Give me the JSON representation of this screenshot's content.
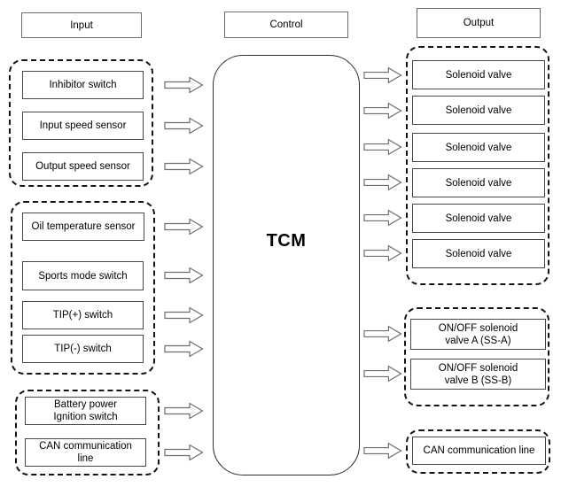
{
  "headers": {
    "input": "Input",
    "control": "Control",
    "output": "Output"
  },
  "tcm": {
    "label": "TCM"
  },
  "inputs": {
    "groups": [
      {
        "name": "speed-sensors",
        "items": [
          {
            "label": "Inhibitor switch"
          },
          {
            "label": "Input speed sensor"
          },
          {
            "label": "Output speed sensor"
          }
        ]
      },
      {
        "name": "mode-and-tip-switches",
        "items": [
          {
            "label": "Oil temperature sensor"
          },
          {
            "label": "Sports mode switch"
          },
          {
            "label": "TIP(+) switch"
          },
          {
            "label": "TIP(-) switch"
          }
        ]
      },
      {
        "name": "power-and-can",
        "items": [
          {
            "lines": [
              "Battery power",
              "Ignition switch"
            ]
          },
          {
            "lines": [
              "CAN communication",
              "line"
            ]
          }
        ]
      }
    ]
  },
  "outputs": {
    "groups": [
      {
        "name": "solenoid-valves",
        "items": [
          {
            "label": "Solenoid valve"
          },
          {
            "label": "Solenoid valve"
          },
          {
            "label": "Solenoid valve"
          },
          {
            "label": "Solenoid valve"
          },
          {
            "label": "Solenoid valve"
          },
          {
            "label": "Solenoid valve"
          }
        ]
      },
      {
        "name": "onoff-solenoids",
        "items": [
          {
            "lines": [
              "ON/OFF solenoid",
              "valve A (SS-A)"
            ]
          },
          {
            "lines": [
              "ON/OFF solenoid",
              "valve B (SS-B)"
            ]
          }
        ]
      },
      {
        "name": "can-line",
        "items": [
          {
            "label": "CAN communication line"
          }
        ]
      }
    ]
  },
  "colors": {
    "background": "#ffffff",
    "text": "#000000",
    "box_border": "#474747",
    "header_border": "#6e6e6e",
    "group_dash_border": "#141414",
    "tcm_border": "#2e2e2e",
    "arrow_outline": "#6e6e6e"
  }
}
